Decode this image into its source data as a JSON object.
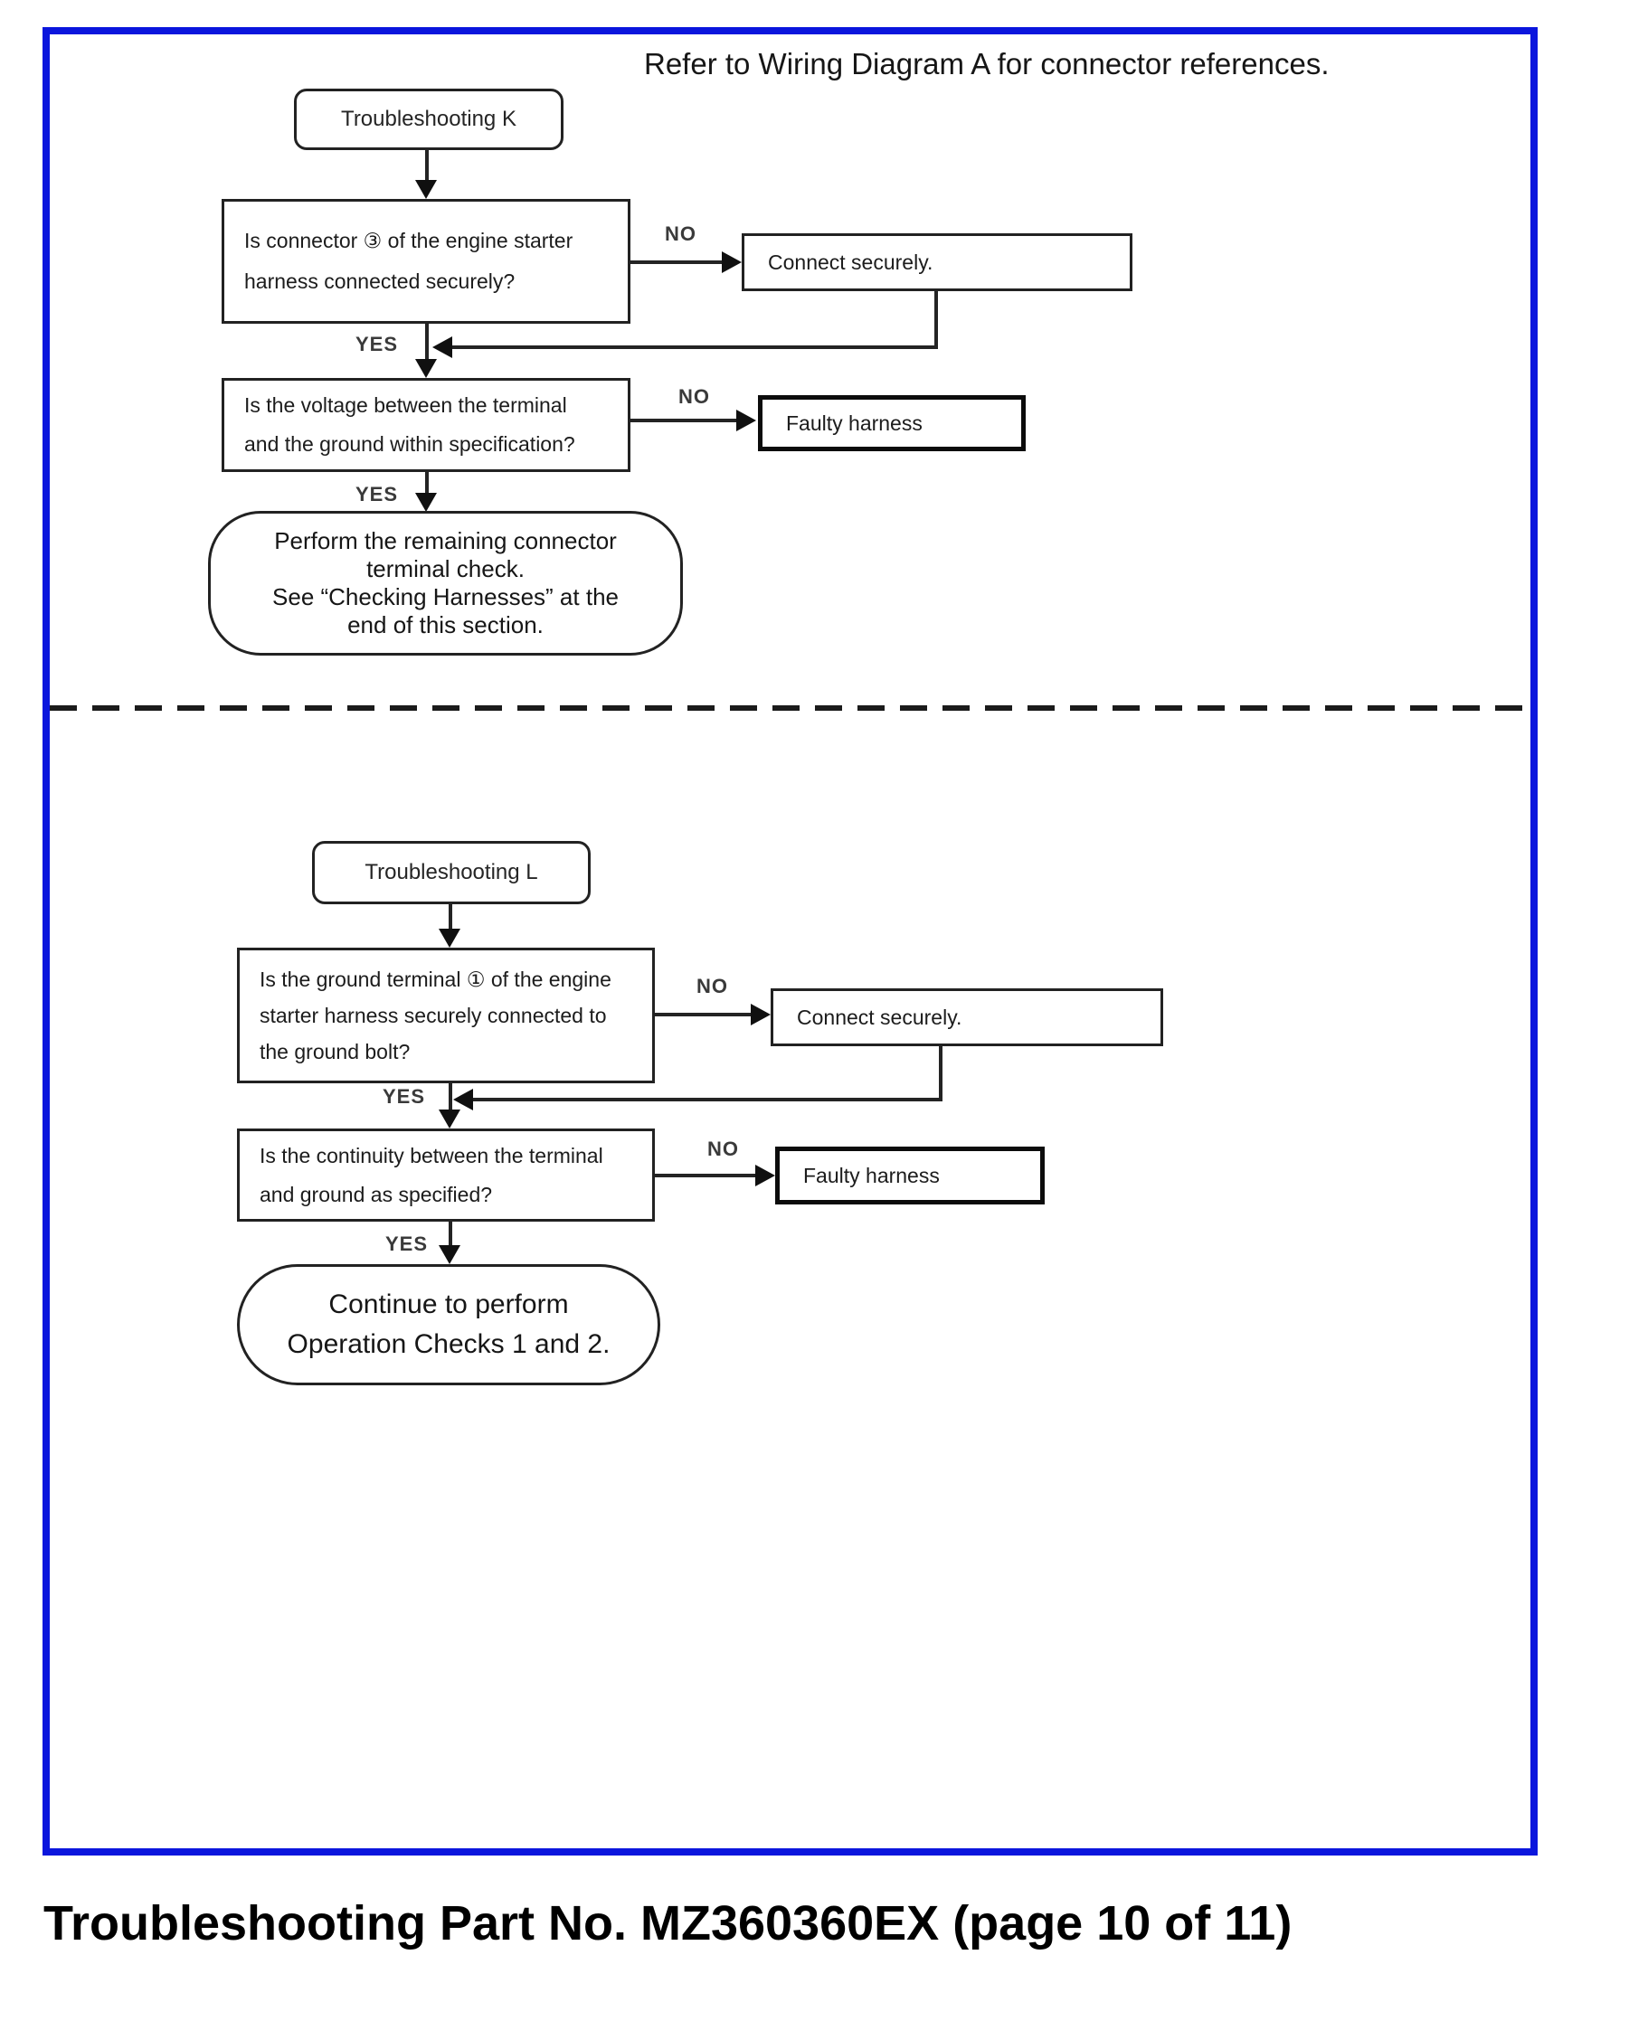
{
  "header": {
    "note": "Refer to Wiring Diagram A for connector references."
  },
  "footer": {
    "caption": "Troubleshooting Part No. MZ360360EX (page 10 of 11)"
  },
  "labels": {
    "yes": "YES",
    "no": "NO"
  },
  "colors": {
    "frame_border": "#0b16dd",
    "line": "#242424",
    "text": "#1a1a1a"
  },
  "flowchart_k": {
    "start": "Troubleshooting K",
    "q1": [
      "Is connector ③ of the engine starter",
      "harness connected securely?"
    ],
    "action1": "Connect securely.",
    "q2": [
      "Is the voltage between the terminal",
      "and the ground within specification?"
    ],
    "action2": "Faulty harness",
    "end": [
      "Perform the remaining connector",
      "terminal check.",
      "See “Checking Harnesses” at the",
      "end of this section."
    ]
  },
  "flowchart_l": {
    "start": "Troubleshooting L",
    "q1": [
      "Is the ground terminal ① of the engine",
      "starter harness securely connected to",
      "the ground bolt?"
    ],
    "action1": "Connect securely.",
    "q2": [
      "Is the continuity between the terminal",
      "and ground as specified?"
    ],
    "action2": "Faulty harness",
    "end": [
      "Continue to perform",
      "Operation Checks 1 and 2."
    ]
  }
}
